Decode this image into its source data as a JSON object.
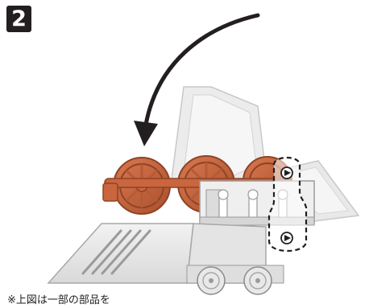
{
  "step": {
    "number": "2"
  },
  "caption": {
    "text": "※上図は一部の部品を"
  },
  "icons": {
    "rotation_arrow": "curved-arrow-icon",
    "model": "steam-locomotive-model",
    "pin_markers": "pin-highlight-icon"
  },
  "colors": {
    "badge_bg": "#231f20",
    "badge_text": "#ffffff",
    "wheel": "#c9663f",
    "body": "#e9e9e9",
    "outline_dash": "#231f20"
  }
}
